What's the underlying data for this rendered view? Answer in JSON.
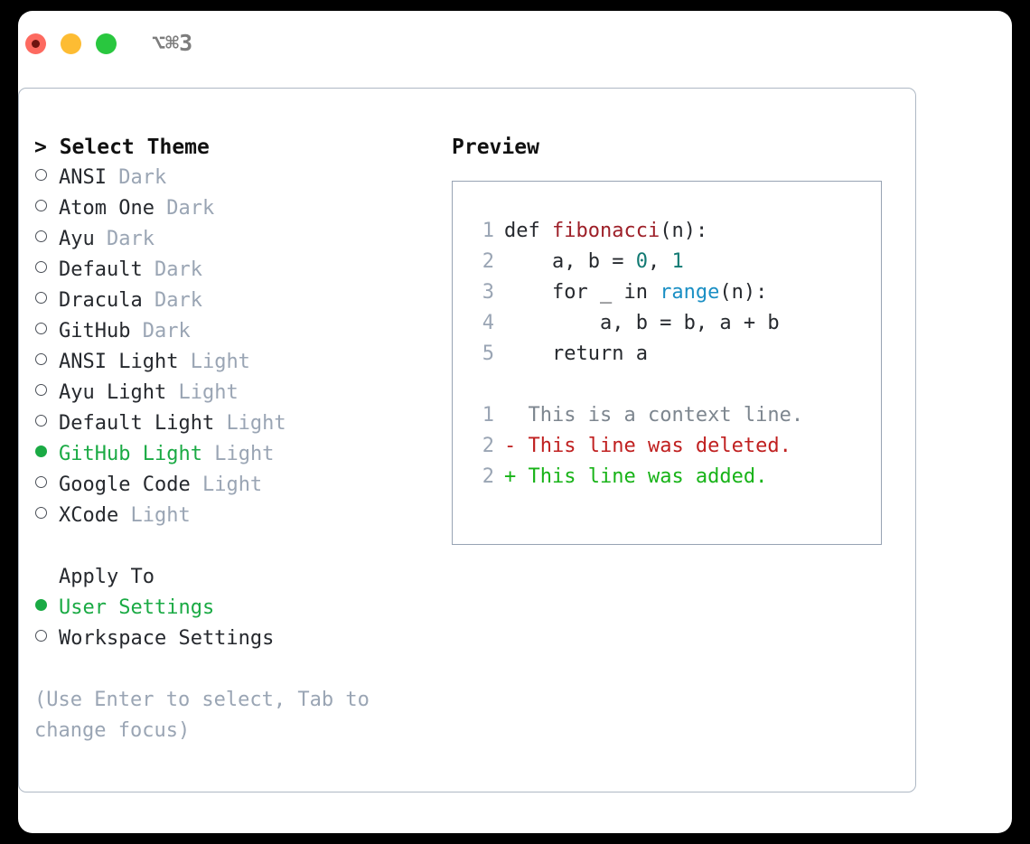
{
  "window": {
    "titlebar": {
      "shortcut": "⌥⌘3",
      "buttons": {
        "close": "close-window",
        "minimize": "minimize-window",
        "maximize": "maximize-window"
      },
      "colors": {
        "close": "#fd6a60",
        "minimize": "#fdbc33",
        "maximize": "#29c73f"
      }
    }
  },
  "theme_picker": {
    "header": "> Select Theme",
    "items": [
      {
        "label": "ANSI",
        "badge": "Dark",
        "selected": false
      },
      {
        "label": "Atom One",
        "badge": "Dark",
        "selected": false
      },
      {
        "label": "Ayu",
        "badge": "Dark",
        "selected": false
      },
      {
        "label": "Default",
        "badge": "Dark",
        "selected": false
      },
      {
        "label": "Dracula",
        "badge": "Dark",
        "selected": false
      },
      {
        "label": "GitHub",
        "badge": "Dark",
        "selected": false
      },
      {
        "label": "ANSI Light",
        "badge": "Light",
        "selected": false
      },
      {
        "label": "Ayu Light",
        "badge": "Light",
        "selected": false
      },
      {
        "label": "Default Light",
        "badge": "Light",
        "selected": false
      },
      {
        "label": "GitHub Light",
        "badge": "Light",
        "selected": true
      },
      {
        "label": "Google Code",
        "badge": "Light",
        "selected": false
      },
      {
        "label": "XCode",
        "badge": "Light",
        "selected": false
      }
    ]
  },
  "apply_to": {
    "header": "Apply To",
    "items": [
      {
        "label": "User Settings",
        "selected": true
      },
      {
        "label": "Workspace Settings",
        "selected": false
      }
    ]
  },
  "hint": "(Use Enter to select, Tab to change focus)",
  "preview": {
    "title": "Preview",
    "code_lines": [
      {
        "number": "1",
        "segments": [
          {
            "text": "def ",
            "token": "plain"
          },
          {
            "text": "fibonacci",
            "token": "fn"
          },
          {
            "text": "(n):",
            "token": "plain"
          }
        ]
      },
      {
        "number": "2",
        "segments": [
          {
            "text": "    a, b = ",
            "token": "plain"
          },
          {
            "text": "0",
            "token": "num"
          },
          {
            "text": ", ",
            "token": "plain"
          },
          {
            "text": "1",
            "token": "num"
          }
        ]
      },
      {
        "number": "3",
        "segments": [
          {
            "text": "    for _ in ",
            "token": "plain"
          },
          {
            "text": "range",
            "token": "call"
          },
          {
            "text": "(n):",
            "token": "plain"
          }
        ]
      },
      {
        "number": "4",
        "segments": [
          {
            "text": "        a, b = b, a + b",
            "token": "plain"
          }
        ]
      },
      {
        "number": "5",
        "segments": [
          {
            "text": "    return a",
            "token": "plain"
          }
        ]
      }
    ],
    "diff_lines": [
      {
        "number": "1",
        "prefix": "  ",
        "text": "This is a context line.",
        "kind": "ctx"
      },
      {
        "number": "2",
        "prefix": "- ",
        "text": "This line was deleted.",
        "kind": "del"
      },
      {
        "number": "2",
        "prefix": "+ ",
        "text": "This line was added.",
        "kind": "add"
      }
    ]
  },
  "colors": {
    "selected_green": "#1aaa44",
    "muted": "#9aa5b4",
    "border": "#aeb8c4",
    "code_border": "#97a3b3",
    "token_fn": "#9d1f28",
    "token_num": "#127a73",
    "token_call": "#1a8fc4",
    "diff_add": "#18b318",
    "diff_del": "#c02020",
    "diff_ctx": "#7d868f"
  }
}
